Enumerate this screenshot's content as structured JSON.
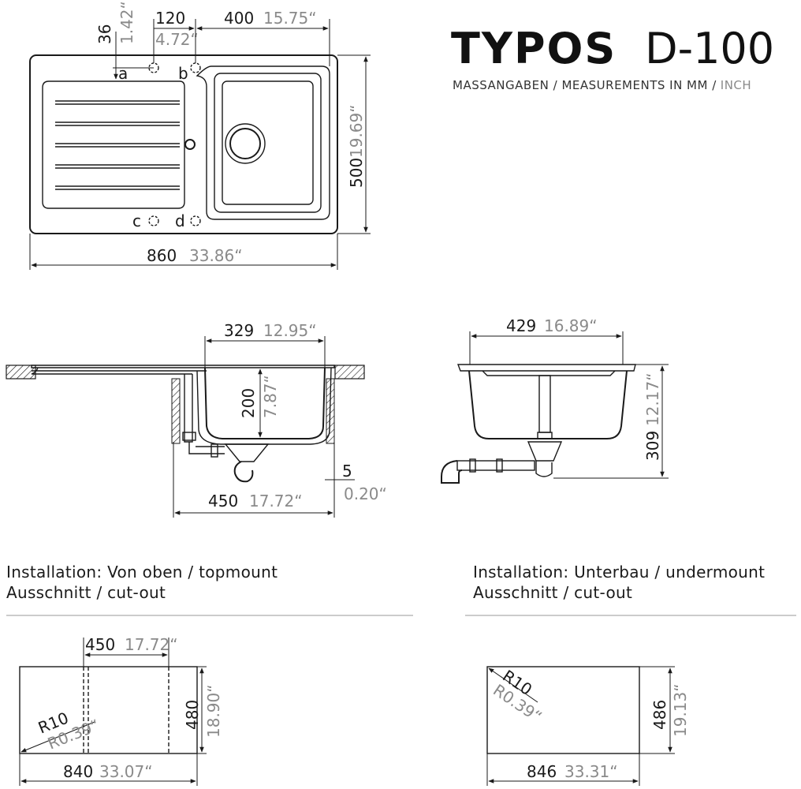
{
  "title": {
    "brand": "TYPOS",
    "model": "D-100"
  },
  "subtitle": {
    "main": "MASSANGABEN / MEASUREMENTS IN MM /",
    "unit": "INCH"
  },
  "top_view": {
    "dim_120_mm": "120",
    "dim_120_in": "4.72“",
    "dim_400_mm": "400",
    "dim_400_in": "15.75“",
    "dim_36_mm": "36",
    "dim_36_in": "1.42“",
    "dim_500_mm": "500",
    "dim_500_in": "19.69“",
    "dim_860_mm": "860",
    "dim_860_in": "33.86“",
    "label_a": "a",
    "label_b": "b",
    "label_c": "c",
    "label_d": "d"
  },
  "section_topmount": {
    "dim_329_mm": "329",
    "dim_329_in": "12.95“",
    "dim_200_mm": "200",
    "dim_200_in": "7.87“",
    "dim_450_mm": "450",
    "dim_450_in": "17.72“",
    "dim_5_mm": "5",
    "dim_5_in": "0.20“"
  },
  "section_undermount": {
    "dim_429_mm": "429",
    "dim_429_in": "16.89“",
    "dim_309_mm": "309",
    "dim_309_in": "12.17“"
  },
  "install_top": {
    "line1": "Installation: Von oben / topmount",
    "line2": "Ausschnitt / cut-out"
  },
  "install_under": {
    "line1": "Installation: Unterbau / undermount",
    "line2": "Ausschnitt / cut-out"
  },
  "cutout_top": {
    "dim_450_mm": "450",
    "dim_450_in": "17.72“",
    "dim_480_mm": "480",
    "dim_480_in": "18.90“",
    "dim_840_mm": "840",
    "dim_840_in": "33.07“",
    "radius_mm": "R10",
    "radius_in": "R0.39“"
  },
  "cutout_under": {
    "dim_486_mm": "486",
    "dim_486_in": "19.13“",
    "dim_846_mm": "846",
    "dim_846_in": "33.31“",
    "radius_mm": "R10",
    "radius_in": "R0.39“"
  }
}
